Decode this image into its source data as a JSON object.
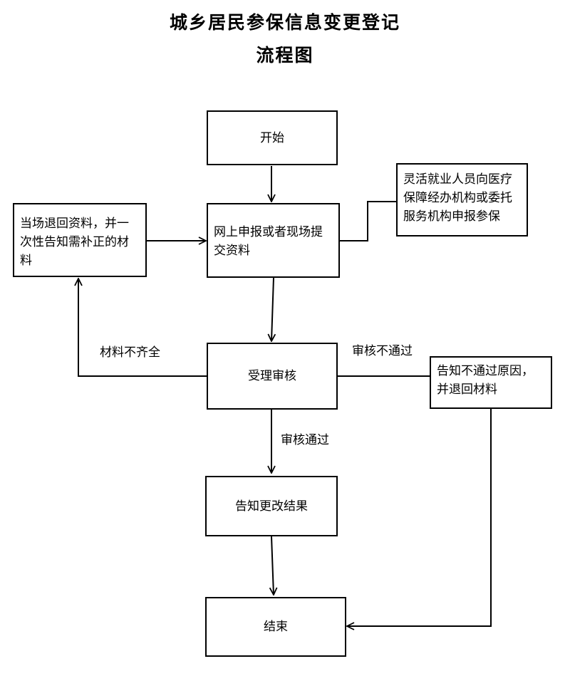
{
  "title": {
    "line1": "城乡居民参保信息变更登记",
    "line2": "流程图"
  },
  "nodes": {
    "start": "开始",
    "submit": "网上申报或者现场提交资料",
    "return_materials": "当场退回资料，并一次性告知需补正的材料",
    "flexible_employment": "灵活就业人员向医疗保障经办机构或委托服务机构申报参保",
    "review": "受理审核",
    "reject_notice": "告知不通过原因，并退回材料",
    "notify_result": "告知更改结果",
    "end": "结束"
  },
  "edge_labels": {
    "incomplete": "材料不齐全",
    "not_passed": "审核不通过",
    "passed": "审核通过"
  }
}
